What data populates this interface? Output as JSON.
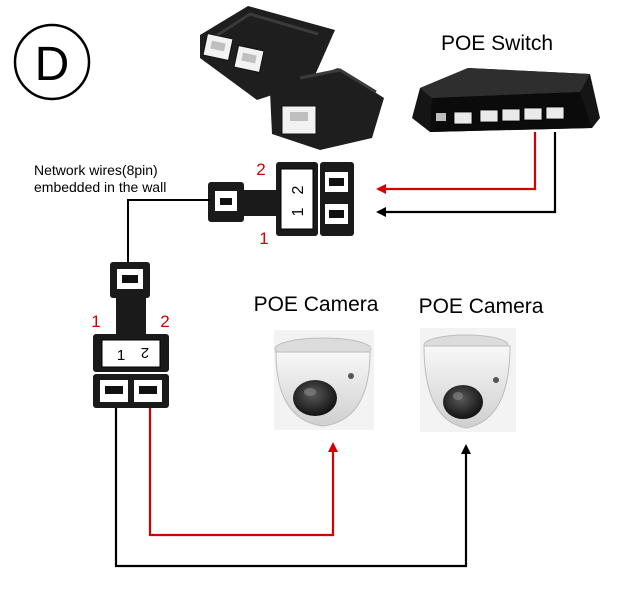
{
  "badge": {
    "letter": "D"
  },
  "labels": {
    "switch": "POE Switch",
    "camera_left": "POE Camera",
    "camera_right": "POE Camera",
    "wires_line1": "Network wires(8pin)",
    "wires_line2": "embedded in the wall"
  },
  "top_splitter": {
    "port_upper": "2",
    "port_lower": "1"
  },
  "bottom_splitter": {
    "port_left": "1",
    "port_right": "2"
  },
  "colors": {
    "red_wire": "#d40000",
    "black_wire": "#000000",
    "device_black": "#1a1a1a",
    "camera_white": "#e9e9e9"
  },
  "icons": {
    "switch": "poe-switch-icon",
    "camera": "dome-camera-icon",
    "splitter": "rj45-splitter-icon",
    "port": "rj45-port-icon"
  }
}
